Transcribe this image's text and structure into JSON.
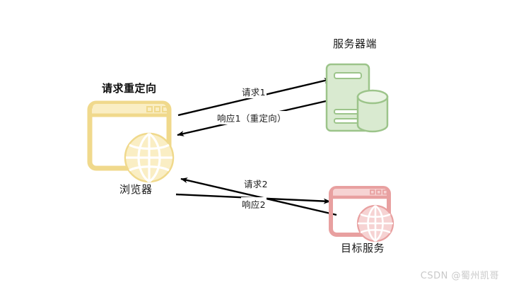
{
  "diagram": {
    "title_label": "请求重定向",
    "nodes": [
      {
        "id": "browser",
        "label": "浏览器",
        "icon": "browser-globe-icon",
        "color": "#f0d98c",
        "fill": "#faeec4"
      },
      {
        "id": "server",
        "label": "服务器端",
        "icon": "server-database-icon",
        "color": "#9cc48a",
        "fill": "#d9ead0"
      },
      {
        "id": "target",
        "label": "目标服务",
        "icon": "browser-globe-icon",
        "color": "#e8a0a0",
        "fill": "#f6d3d3"
      }
    ],
    "edges": [
      {
        "id": "e1",
        "label": "请求1",
        "from": "browser",
        "to": "server"
      },
      {
        "id": "e2",
        "label": "响应1（重定向）",
        "from": "server",
        "to": "browser"
      },
      {
        "id": "e3",
        "label": "请求2",
        "from": "target",
        "to": "browser"
      },
      {
        "id": "e4",
        "label": "响应2",
        "from": "browser",
        "to": "target"
      }
    ],
    "arrow_color": "#000000"
  },
  "watermark": {
    "text": "CSDN @蜀州凯哥"
  }
}
